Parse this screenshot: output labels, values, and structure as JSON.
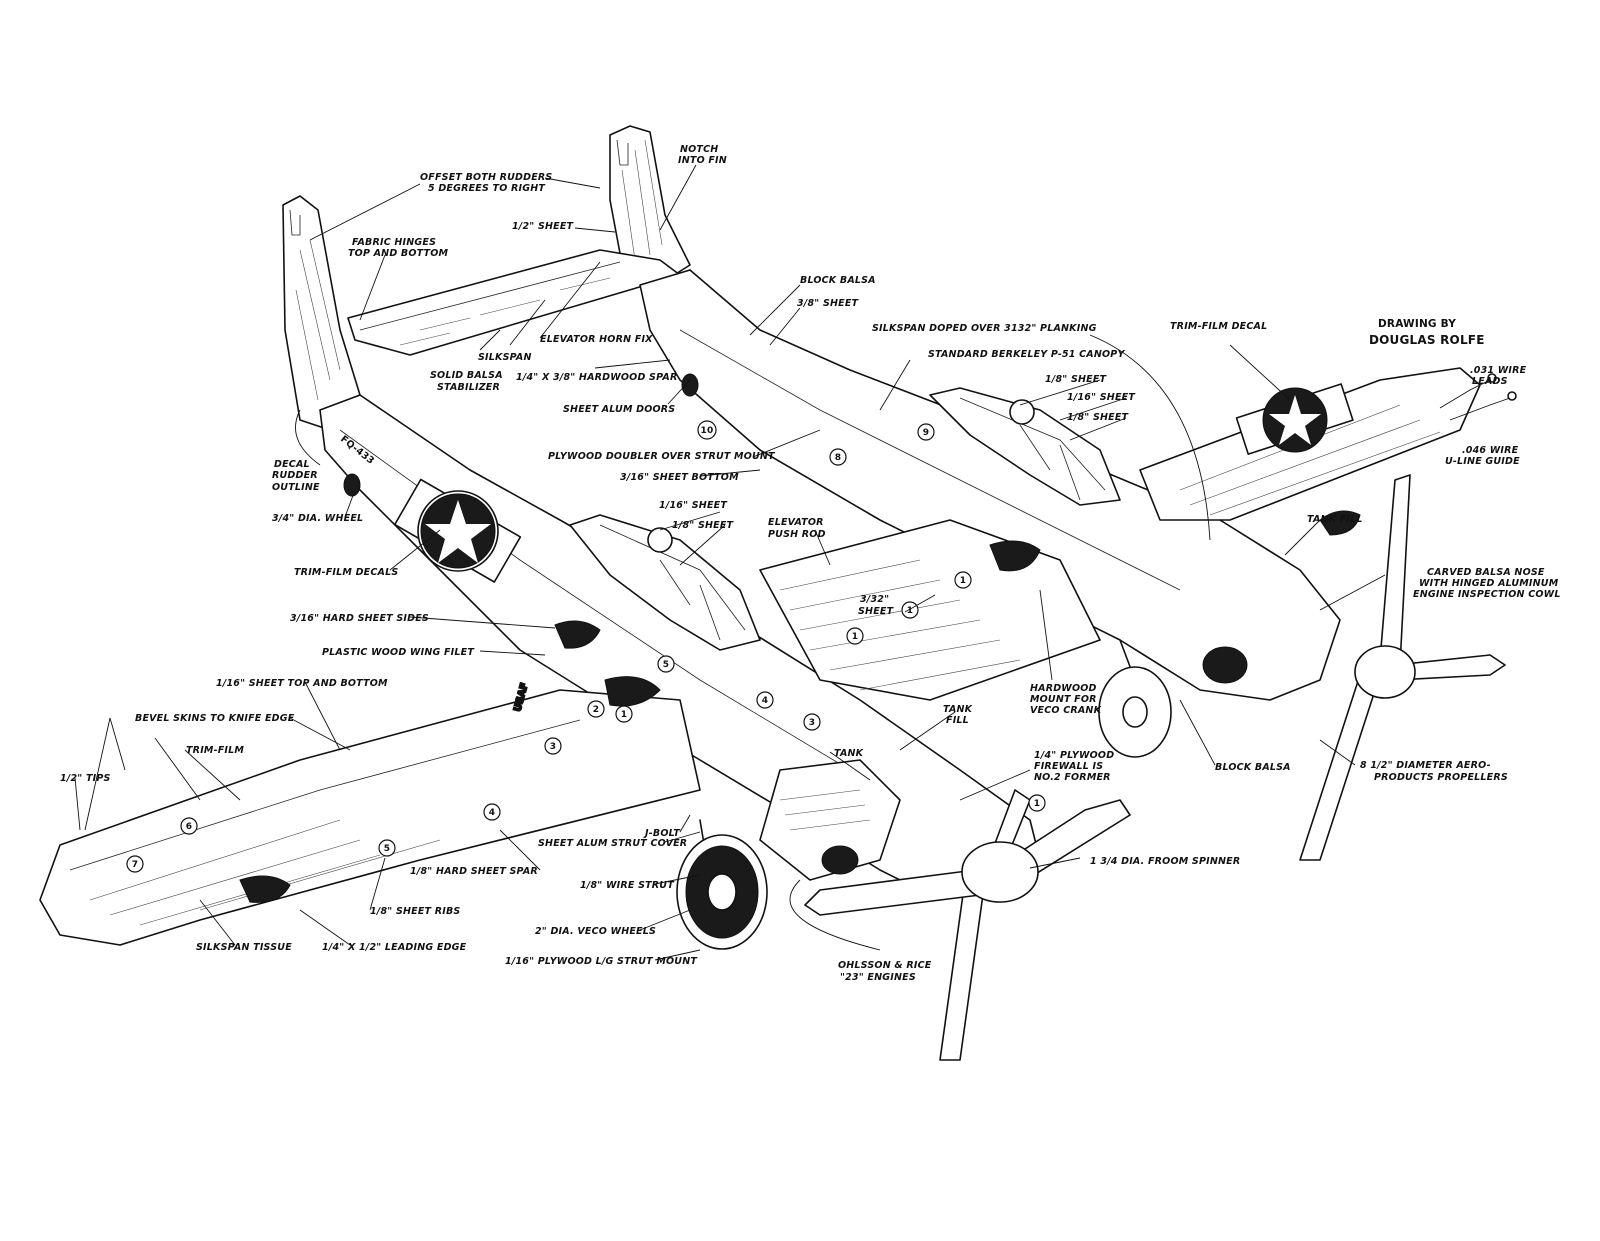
{
  "drawing": {
    "credit_line1": "DRAWING BY",
    "credit_line2": "DOUGLAS ROLFE",
    "tail_code": "FQ-433",
    "wing_marking": "USAF"
  },
  "labels": {
    "offset_rudders_1": "OFFSET BOTH RUDDERS",
    "offset_rudders_2": "5 DEGREES TO RIGHT",
    "notch_1": "NOTCH",
    "notch_2": "INTO FIN",
    "half_sheet": "1/2\" SHEET",
    "fabric_hinges_1": "FABRIC HINGES",
    "fabric_hinges_2": "TOP AND BOTTOM",
    "block_balsa_top": "BLOCK BALSA",
    "three_eighth_sheet": "3/8\" SHEET",
    "silkspan_doped": "SILKSPAN DOPED OVER 3132\" PLANKING",
    "trim_film_decal": "TRIM-FILM DECAL",
    "silkspan": "SILKSPAN",
    "elevator_horn": "ELEVATOR HORN FIX",
    "solid_balsa_1": "SOLID BALSA",
    "solid_balsa_2": "STABILIZER",
    "hardwood_spar": "1/4\" X 3/8\" HARDWOOD SPAR",
    "sheet_alum_doors": "SHEET ALUM DOORS",
    "std_canopy": "STANDARD BERKELEY P-51 CANOPY",
    "eighth_sheet_a": "1/8\" SHEET",
    "sixteenth_sheet_a": "1/16\" SHEET",
    "eighth_sheet_b": "1/8\" SHEET",
    "wire_leads_1": ".031 WIRE",
    "wire_leads_2": "LEADS",
    "u_line_1": ".046 WIRE",
    "u_line_2": "U-LINE GUIDE",
    "decal_rudder_1": "DECAL",
    "decal_rudder_2": "RUDDER",
    "decal_rudder_3": "OUTLINE",
    "plywood_doubler": "PLYWOOD DOUBLER OVER STRUT MOUNT",
    "sheet_bottom": "3/16\" SHEET BOTTOM",
    "wheel_small": "3/4\" DIA. WHEEL",
    "sixteenth_sheet_b": "1/16\" SHEET",
    "eighth_sheet_c": "1/8\" SHEET",
    "elevator_push_1": "ELEVATOR",
    "elevator_push_2": "PUSH ROD",
    "tank_fill_right": "TANK FILL",
    "trim_film_decals": "TRIM-FILM DECALS",
    "carved_nose_1": "CARVED BALSA NOSE",
    "carved_nose_2": "WITH HINGED ALUMINUM",
    "carved_nose_3": "ENGINE INSPECTION COWL",
    "hard_sheet_sides": "3/16\" HARD SHEET SIDES",
    "sheet_3_32_1": "3/32\"",
    "sheet_3_32_2": "SHEET",
    "plastic_wood": "PLASTIC WOOD WING FILET",
    "sheet_top_bottom": "1/16\" SHEET TOP AND BOTTOM",
    "hardwood_mount_1": "HARDWOOD",
    "hardwood_mount_2": "MOUNT FOR",
    "hardwood_mount_3": "VECO CRANK",
    "bevel_skins": "BEVEL SKINS TO KNIFE EDGE",
    "tank_fill_left_1": "TANK",
    "tank_fill_left_2": "FILL",
    "trim_film": "TRIM-FILM",
    "tank": "TANK",
    "plywood_firewall_1": "1/4\" PLYWOOD",
    "plywood_firewall_2": "FIREWALL IS",
    "plywood_firewall_3": "NO.2 FORMER",
    "half_tips": "1/2\" TIPS",
    "block_balsa_bottom": "BLOCK BALSA",
    "propellers_1": "8 1/2\" DIAMETER AERO-",
    "propellers_2": "PRODUCTS PROPELLERS",
    "j_bolt": "J-BOLT",
    "strut_cover": "SHEET ALUM STRUT COVER",
    "hard_sheet_spar": "1/8\" HARD SHEET SPAR",
    "wire_strut": "1/8\" WIRE STRUT",
    "spinner": "1 3/4 DIA. FROOM SPINNER",
    "sheet_ribs": "1/8\" SHEET RIBS",
    "veco_wheels": "2\" DIA. VECO WHEELS",
    "silkspan_tissue": "SILKSPAN TISSUE",
    "leading_edge": "1/4\" X 1/2\" LEADING EDGE",
    "strut_mount": "1/16\" PLYWOOD L/G STRUT MOUNT",
    "engines_1": "OHLSSON & RICE",
    "engines_2": "\"23\" ENGINES"
  },
  "part_numbers": [
    "1",
    "2",
    "3",
    "4",
    "5",
    "6",
    "7",
    "8",
    "9",
    "10"
  ]
}
